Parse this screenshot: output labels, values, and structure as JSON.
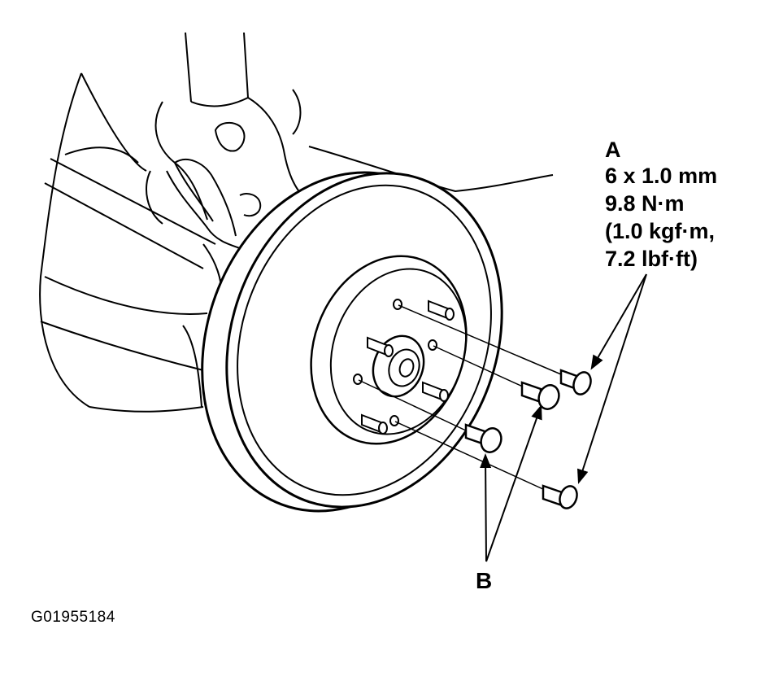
{
  "callout_a": {
    "letter": "A",
    "size": "6 x 1.0 mm",
    "torque": "9.8 N·m",
    "kgf": "(1.0 kgf·m,",
    "lbf": "7.2 lbf·ft)"
  },
  "callout_b": {
    "letter": "B"
  },
  "figure_id": "G01955184",
  "colors": {
    "line": "#000000",
    "background": "#ffffff"
  }
}
